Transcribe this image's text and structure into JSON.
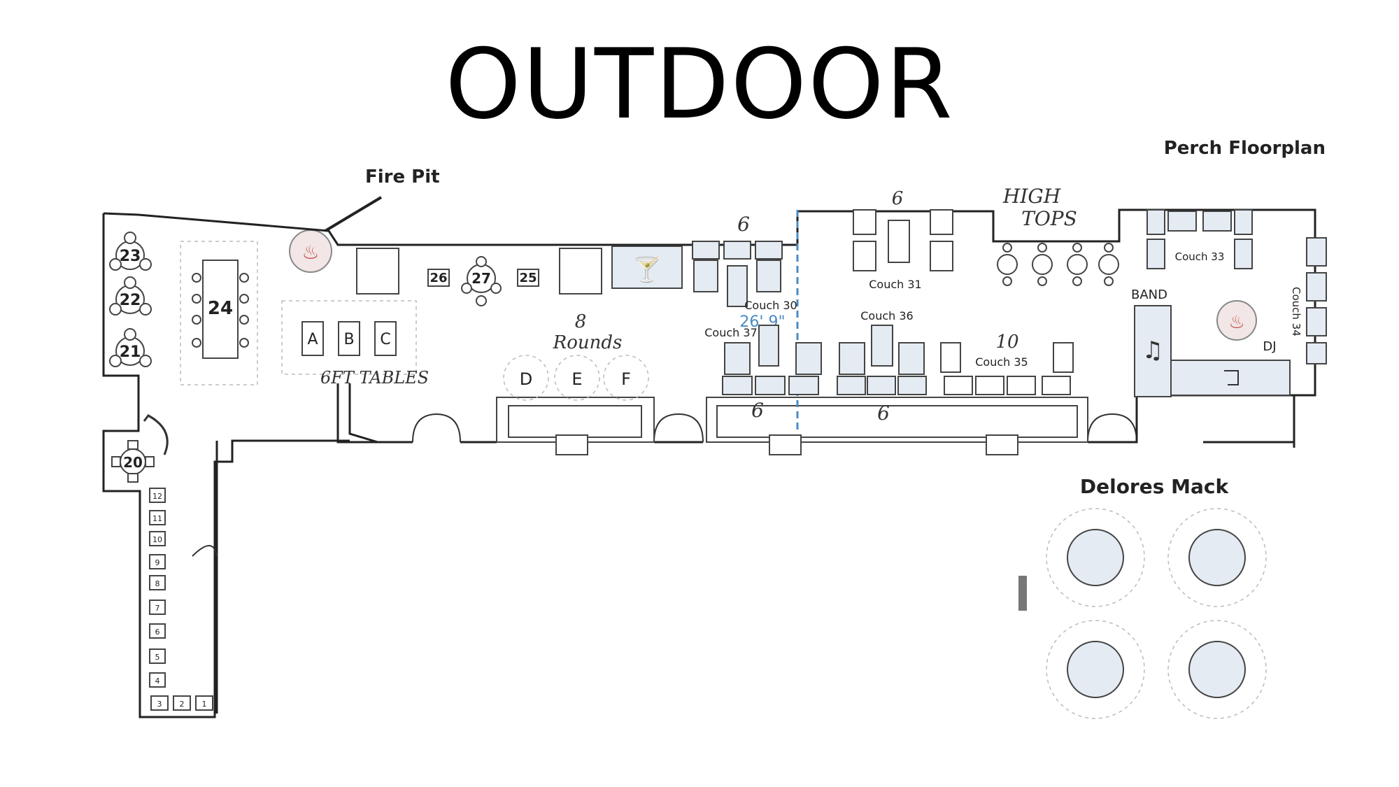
{
  "title": "OUTDOOR",
  "plan_title": "Perch Floorplan",
  "fire_pit_label": "Fire Pit",
  "tables": {
    "t20": "20",
    "t21": "21",
    "t22": "22",
    "t23": "23",
    "t24": "24",
    "t25": "25",
    "t26": "26",
    "t27": "27",
    "a": "A",
    "b": "B",
    "c": "C",
    "d": "D",
    "e": "E",
    "f": "F"
  },
  "couches": {
    "c30": "Couch 30",
    "c31": "Couch 31",
    "c33": "Couch 33",
    "c34": "Couch 34",
    "c35": "Couch 35",
    "c36": "Couch 36",
    "c37": "Couch 37"
  },
  "dimension": "26' 9\"",
  "band_label": "BAND",
  "dj_label": "DJ",
  "delores_label": "Delores Mack",
  "handwritten": {
    "six_top": "6",
    "six_couch31": "6",
    "high_tops_1": "HIGH",
    "high_tops_2": "TOPS",
    "eight": "8",
    "rounds": "Rounds",
    "six_ft_tables": "6FT TABLES",
    "ten": "10",
    "six_bottom_left": "6",
    "six_bottom_right": "6"
  },
  "rail_seats": [
    "12",
    "11",
    "10",
    "9",
    "8",
    "7",
    "6",
    "5",
    "4"
  ],
  "rail_bottom": [
    "3",
    "2",
    "1"
  ],
  "music_icon": "music-note-icon",
  "bar_icon": "martini-glass-icon",
  "fire_icon": "fire-icon"
}
